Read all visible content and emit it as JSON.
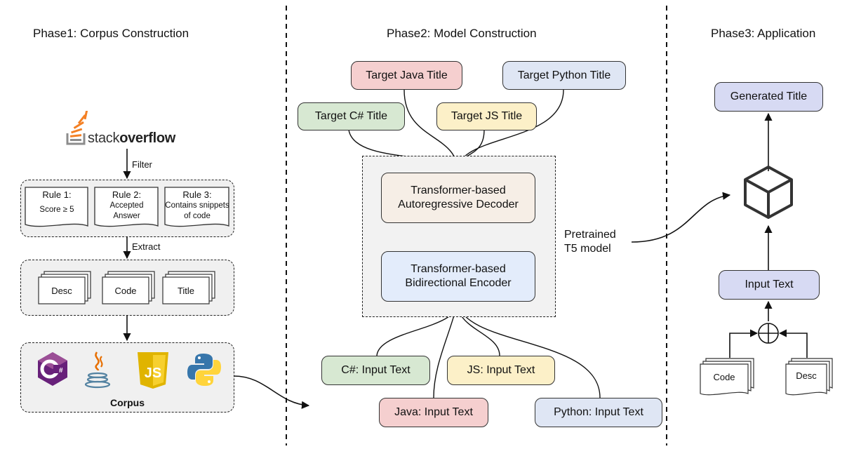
{
  "phases": {
    "phase1": "Phase1: Corpus Construction",
    "phase2": "Phase2: Model Construction",
    "phase3": "Phase3: Application"
  },
  "phase1": {
    "logo_light": "stack",
    "logo_bold": "overflow",
    "filter_label": "Filter",
    "extract_label": "Extract",
    "rules": [
      {
        "title": "Rule 1:",
        "body": "Score ≥ 5"
      },
      {
        "title": "Rule 2:",
        "body": "Accepted Answer"
      },
      {
        "title": "Rule 3:",
        "body": "Contains snippets of code"
      }
    ],
    "docs": [
      "Desc",
      "Code",
      "Title"
    ],
    "corpus_label": "Corpus",
    "langs": {
      "csharp": "#",
      "js": "JS"
    }
  },
  "phase2": {
    "targets": {
      "java": "Target Java Title",
      "python": "Target Python Title",
      "csharp": "Target C# Title",
      "js": "Target JS Title"
    },
    "decoder": "Transformer-based Autoregressive Decoder",
    "encoder": "Transformer-based Bidirectional Encoder",
    "pretrained": "Pretrained T5 model",
    "inputs": {
      "csharp": "C#: Input Text",
      "js": "JS: Input Text",
      "java": "Java: Input Text",
      "python": "Python: Input Text"
    }
  },
  "phase3": {
    "generated": "Generated Title",
    "input": "Input Text",
    "code": "Code",
    "desc": "Desc"
  },
  "colors": {
    "red": "#f5cfcf",
    "blue": "#dfe6f4",
    "green": "#d7e8d2",
    "yellow": "#fcf0c8",
    "beige": "#f6eee6",
    "encoder": "#e3ecfb",
    "app_blue": "#d7daf3"
  }
}
